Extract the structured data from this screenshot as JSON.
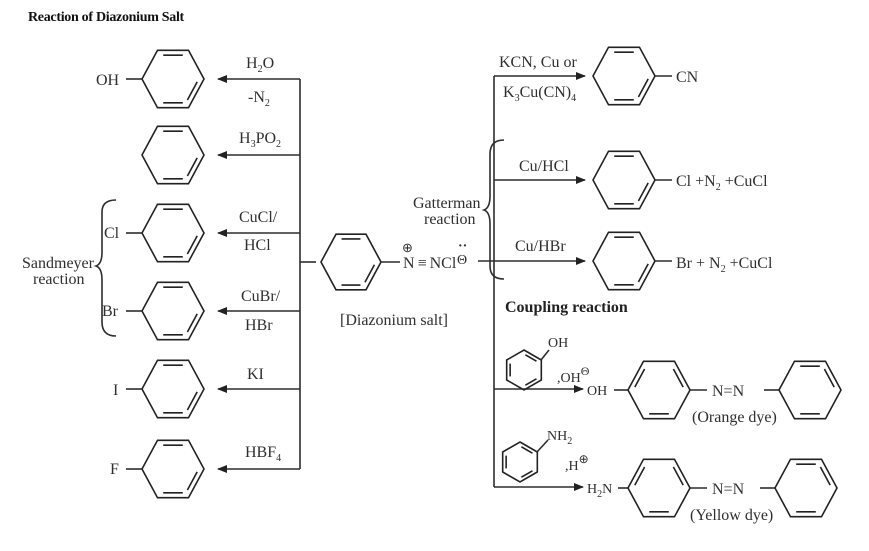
{
  "title": "Reaction of Diazonium Salt",
  "center": {
    "formula_n1": "N",
    "triple_bond": "≡",
    "formula_rest": "NCl",
    "plus_charge": "⊕",
    "minus_charge": "Θ",
    "lone_pair": "··",
    "name": "[Diazonium salt]"
  },
  "left_reactions": [
    {
      "substituent": "OH",
      "reagent_top": "H",
      "reagent_top_sub": "2",
      "reagent_top_after": "O",
      "reagent_bottom": "-N",
      "reagent_bottom_sub": "2"
    },
    {
      "substituent": "",
      "reagent_top": "H",
      "reagent_top_sub": "3",
      "reagent_top_after": "PO",
      "reagent_top_sub2": "2",
      "reagent_bottom": ""
    },
    {
      "substituent": "Cl",
      "reagent_top": "CuCl/",
      "reagent_bottom": "HCl"
    },
    {
      "substituent": "Br",
      "reagent_top": "CuBr/",
      "reagent_bottom": "HBr"
    },
    {
      "substituent": "I",
      "reagent_top": "KI",
      "reagent_bottom": ""
    },
    {
      "substituent": "F",
      "reagent_top": "HBF",
      "reagent_top_sub": "4",
      "reagent_bottom": ""
    }
  ],
  "sandmeyer_label": [
    "Sandmeyer",
    "reaction"
  ],
  "gatterman_label": [
    "Gatterman",
    "reaction"
  ],
  "right_reactions": [
    {
      "reagent_top": "KCN, Cu or",
      "reagent_bottom_a": "K",
      "reagent_bottom_sub1": "3",
      "reagent_bottom_b": "Cu(CN)",
      "reagent_bottom_sub2": "4",
      "product": "CN"
    },
    {
      "reagent_top": "Cu/HCl",
      "product_a": "Cl +N",
      "product_sub": "2",
      "product_b": " +CuCl"
    },
    {
      "reagent_top": "Cu/HBr",
      "product_a": "Br + N",
      "product_sub": "2",
      "product_b": " +CuCl"
    }
  ],
  "coupling": {
    "heading": "Coupling reaction",
    "phenol": {
      "group": "OH",
      "condition": ",OH",
      "condition_charge": "Θ",
      "left_group": "OH",
      "azo": "N=N",
      "dye": "(Orange dye)"
    },
    "aniline": {
      "group": "NH",
      "group_sub": "2",
      "condition": ",H",
      "condition_charge": "⊕",
      "left_group_a": "H",
      "left_group_sub": "2",
      "left_group_b": "N",
      "azo": "N=N",
      "dye": "(Yellow dye)"
    }
  }
}
